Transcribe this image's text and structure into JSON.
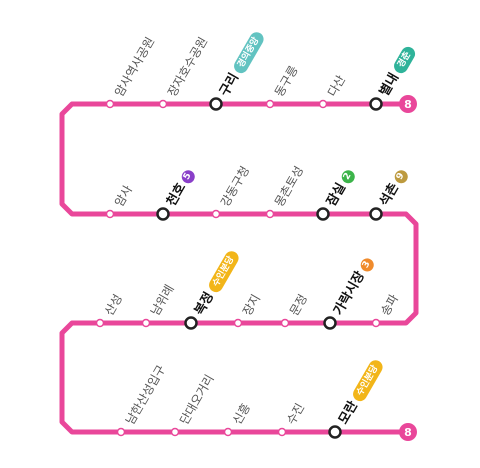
{
  "line": {
    "number": "8",
    "color": "#e9479a",
    "end_labels": {
      "top": "8",
      "bottom": "8"
    }
  },
  "rows": [
    {
      "stations": [
        {
          "name": "암사역사공원",
          "transfer": false
        },
        {
          "name": "장자호수공원",
          "transfer": false
        },
        {
          "name": "구리",
          "transfer": true,
          "badge": {
            "text": "경의중앙",
            "color": "#62c3c1",
            "shape": "pill"
          }
        },
        {
          "name": "동구릉",
          "transfer": false
        },
        {
          "name": "다산",
          "transfer": false
        },
        {
          "name": "별내",
          "transfer": true,
          "badge": {
            "text": "경춘",
            "color": "#2fb39a",
            "shape": "pill"
          }
        }
      ]
    },
    {
      "stations": [
        {
          "name": "암사",
          "transfer": false
        },
        {
          "name": "천호",
          "transfer": true,
          "badge": {
            "text": "5",
            "color": "#8a3fc9",
            "shape": "circle"
          }
        },
        {
          "name": "강동구청",
          "transfer": false
        },
        {
          "name": "몽촌토성",
          "transfer": false
        },
        {
          "name": "잠실",
          "transfer": true,
          "badge": {
            "text": "2",
            "color": "#3cb44a",
            "shape": "circle"
          }
        },
        {
          "name": "석촌",
          "transfer": true,
          "badge": {
            "text": "9",
            "color": "#bd9a3e",
            "shape": "circle"
          }
        }
      ]
    },
    {
      "stations": [
        {
          "name": "산성",
          "transfer": false
        },
        {
          "name": "남위례",
          "transfer": false
        },
        {
          "name": "복정",
          "transfer": true,
          "badge": {
            "text": "수인분당",
            "color": "#f2b519",
            "shape": "pill"
          }
        },
        {
          "name": "장지",
          "transfer": false
        },
        {
          "name": "문정",
          "transfer": false
        },
        {
          "name": "가락시장",
          "transfer": true,
          "badge": {
            "text": "3",
            "color": "#f08b2c",
            "shape": "circle"
          }
        },
        {
          "name": "송파",
          "transfer": false
        }
      ]
    },
    {
      "stations": [
        {
          "name": "남한산성입구",
          "transfer": false
        },
        {
          "name": "단대오거리",
          "transfer": false
        },
        {
          "name": "신흥",
          "transfer": false
        },
        {
          "name": "수진",
          "transfer": false
        },
        {
          "name": "모란",
          "transfer": true,
          "badge": {
            "text": "수인분당",
            "color": "#f2b519",
            "shape": "pill"
          }
        }
      ]
    }
  ]
}
